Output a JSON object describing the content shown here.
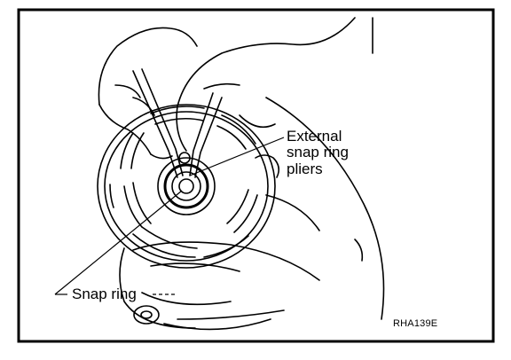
{
  "labels": {
    "external_line1": "External",
    "external_line2": "snap ring",
    "external_line3": "pliers",
    "snap_ring": "Snap ring",
    "figure_code": "RHA139E"
  },
  "colors": {
    "ink": "#000000",
    "paper": "#ffffff"
  }
}
